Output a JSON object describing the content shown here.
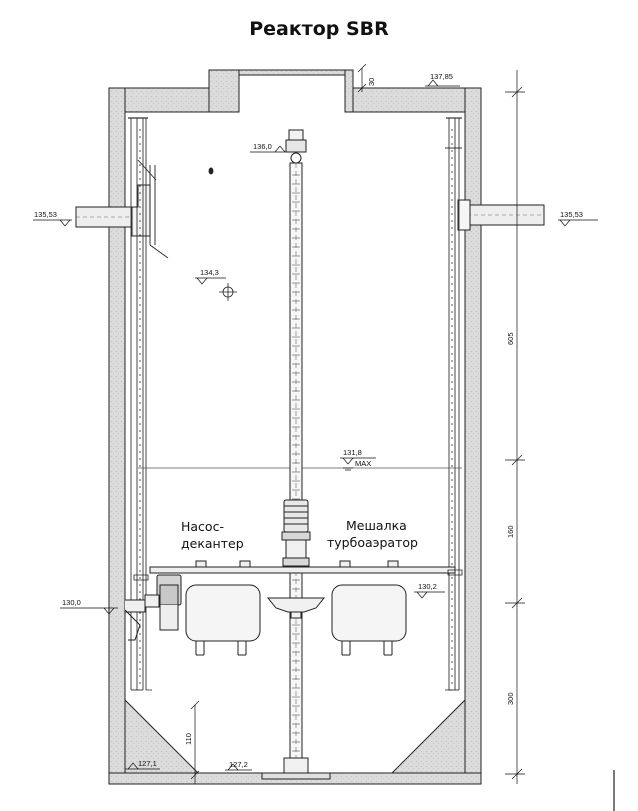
{
  "title": "Реактор SBR",
  "labels": {
    "decanter_pump": [
      "Насос-",
      "декантер"
    ],
    "mixer": [
      "Мешалка",
      "турбоаэратор"
    ]
  },
  "levels": {
    "top": "137,85",
    "inlet_left": "135,53",
    "outlet_right": "135,53",
    "mixer_top": "136,0",
    "vent": "134,3",
    "max_level": "131,8",
    "max_word": "MAX",
    "left_mid": "130,0",
    "right_mid": "130,2",
    "bottom_left": "127,1",
    "bottom_center": "127,2"
  },
  "dimensions": {
    "neck": "30",
    "upper": "605",
    "middle": "160",
    "lower": "300",
    "bottom": "110"
  }
}
